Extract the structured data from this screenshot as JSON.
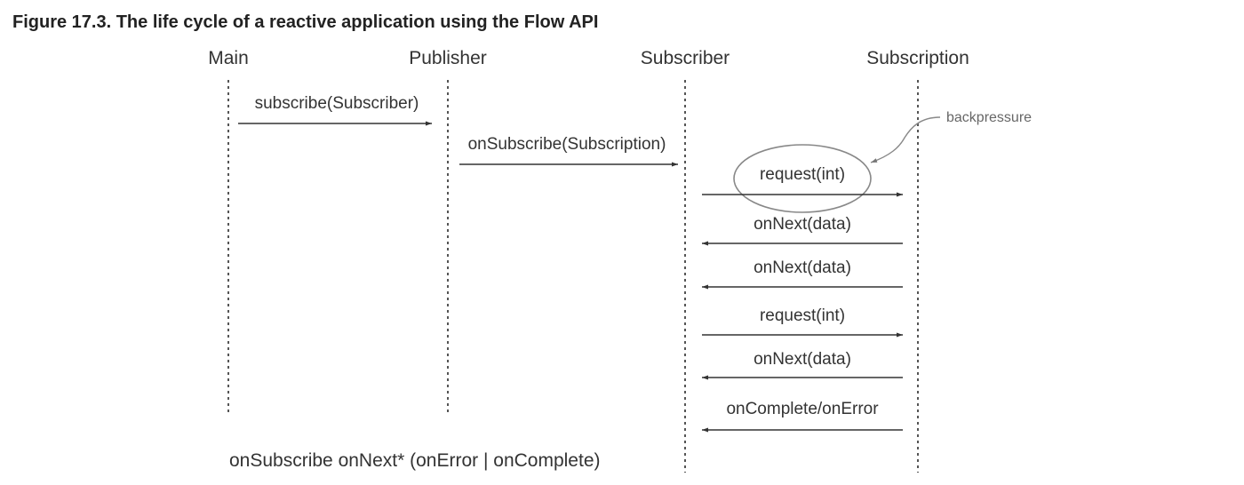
{
  "caption": "Figure 17.3. The life cycle of a reactive application using the Flow API",
  "lanes": [
    "Main",
    "Publisher",
    "Subscriber",
    "Subscription"
  ],
  "messages": [
    {
      "label": "subscribe(Subscriber)",
      "from": "Main",
      "to": "Publisher"
    },
    {
      "label": "onSubscribe(Subscription)",
      "from": "Publisher",
      "to": "Subscriber"
    },
    {
      "label": "request(int)",
      "from": "Subscriber",
      "to": "Subscription"
    },
    {
      "label": "onNext(data)",
      "from": "Subscription",
      "to": "Subscriber"
    },
    {
      "label": "onNext(data)",
      "from": "Subscription",
      "to": "Subscriber"
    },
    {
      "label": "request(int)",
      "from": "Subscriber",
      "to": "Subscription"
    },
    {
      "label": "onNext(data)",
      "from": "Subscription",
      "to": "Subscriber"
    },
    {
      "label": "onComplete/onError",
      "from": "Subscription",
      "to": "Subscriber"
    }
  ],
  "annotation": {
    "label": "backpressure",
    "highlights": "request(int)"
  },
  "grammar": "onSubscribe onNext* (onError | onComplete)"
}
